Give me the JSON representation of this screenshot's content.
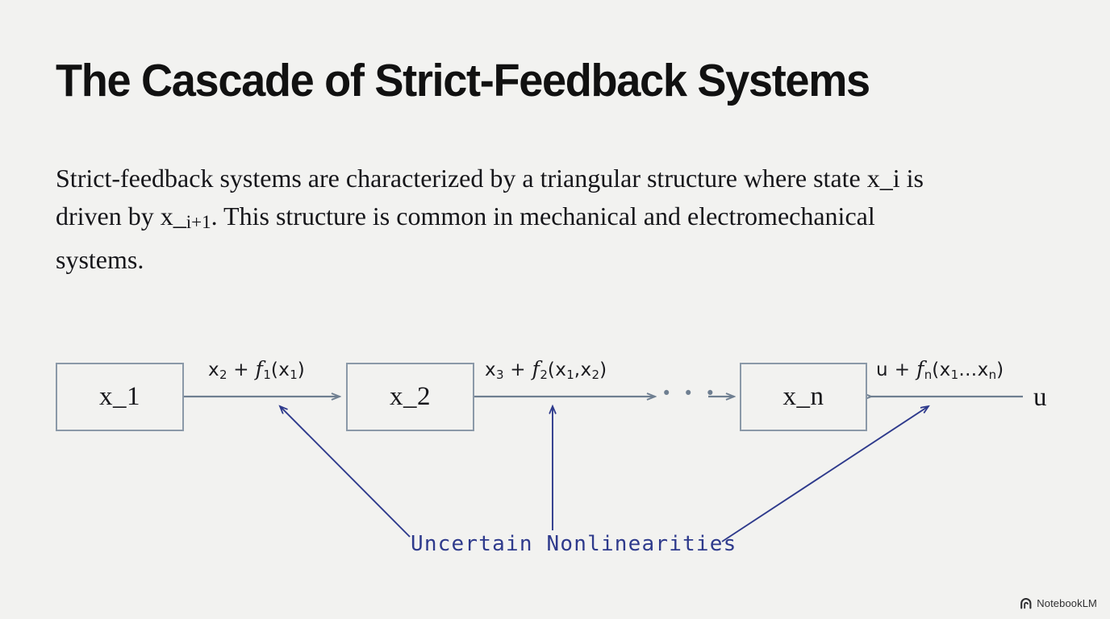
{
  "slide": {
    "background_color": "#f2f2f0",
    "title": "The Cascade of Strict-Feedback Systems",
    "body_parts": {
      "p1": "Strict-feedback systems are characterized by a triangular structure where state x_i is driven by x_",
      "p1_sub": "i+1",
      "p2": ". This structure is common in mechanical and electromechanical systems."
    }
  },
  "diagram": {
    "box_border_color": "#8b99a8",
    "arrow_color": "#6f7f91",
    "annotation_color": "#2e3a8c",
    "boxes": [
      {
        "label": "x_1"
      },
      {
        "label": "x_2"
      },
      {
        "label": "x_n"
      }
    ],
    "edge_labels": [
      {
        "lead": "x",
        "lead_sub": "2",
        "fn": "f",
        "fn_sub": "1",
        "args": "(x",
        "args_sub": "1",
        "close": ")"
      },
      {
        "lead": "x",
        "lead_sub": "3",
        "fn": "f",
        "fn_sub": "2",
        "args": "(x",
        "args_sub": "1",
        "mid": ",x",
        "mid_sub": "2",
        "close": ")"
      },
      {
        "lead": "u",
        "lead_sub": "",
        "fn": "f",
        "fn_sub": "n",
        "args": "(x",
        "args_sub": "1",
        "mid": "…x",
        "mid_sub": "n",
        "close": ")"
      }
    ],
    "input_label": "u",
    "ellipsis": "• • •",
    "annotation": "Uncertain Nonlinearities"
  },
  "watermark": {
    "text": "NotebookLM",
    "icon": "notebooklm-arc-icon"
  }
}
